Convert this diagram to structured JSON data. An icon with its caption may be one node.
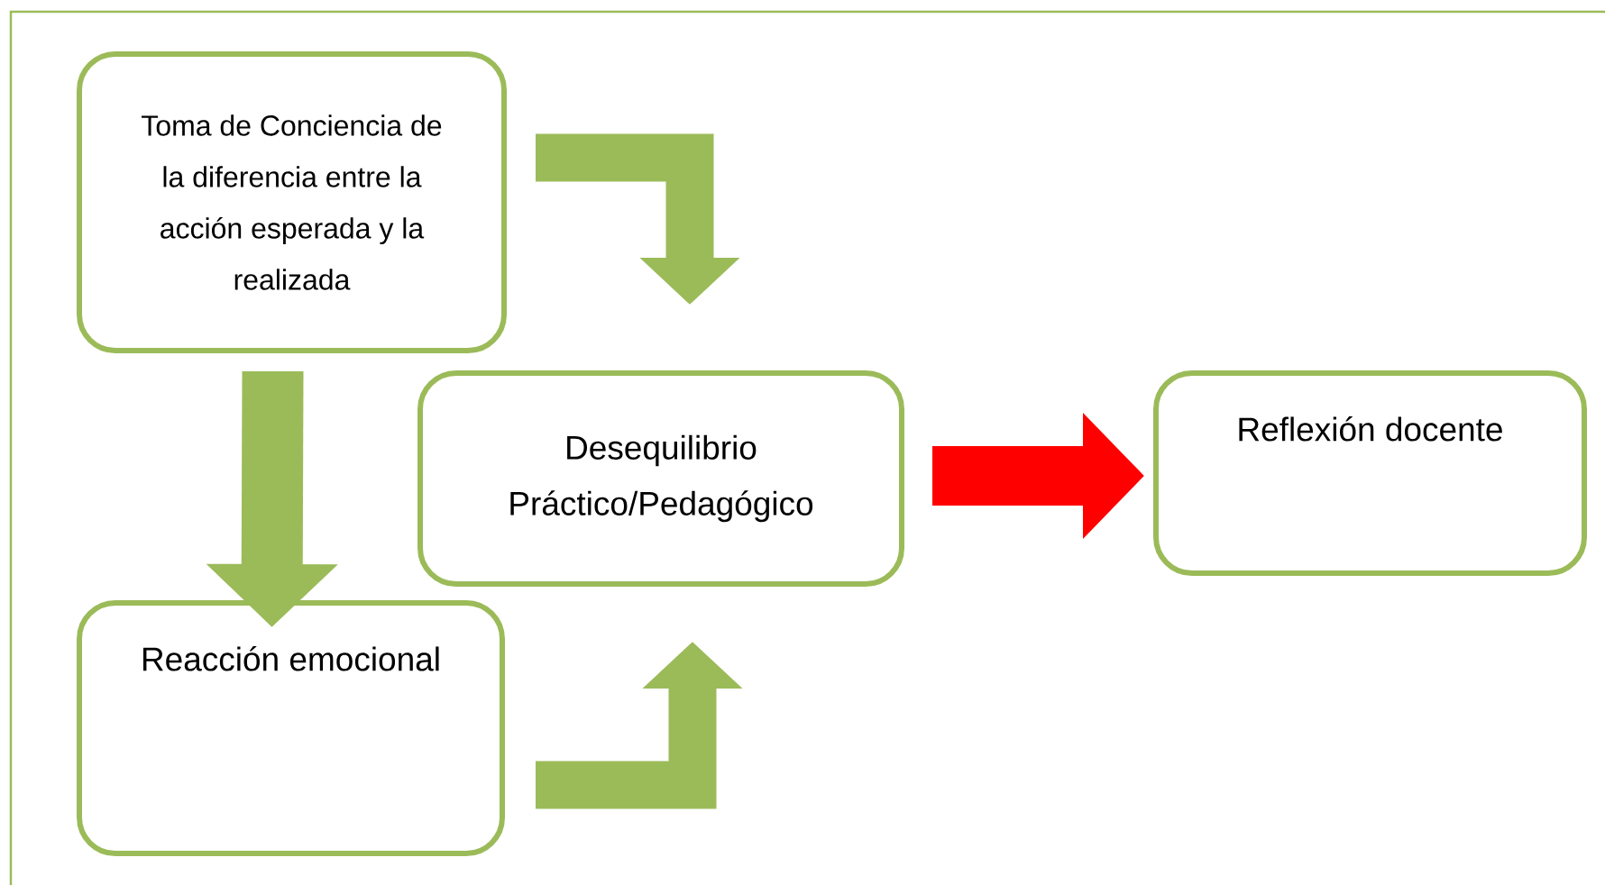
{
  "diagram": {
    "nodes": [
      {
        "text": [
          "Toma de Conciencia de la diferencia entre la acción esperada y la realizada"
        ]
      },
      {
        "text": [
          "Desequilibrio Práctico/Pedagógico"
        ]
      },
      {
        "text": [
          "Reflexión docente"
        ]
      },
      {
        "text": [
          "Reacción emocional"
        ]
      }
    ],
    "edges": [
      {
        "from": 0,
        "to": 1,
        "arrow": "to"
      },
      {
        "from": 0,
        "to": 3,
        "arrow": "to"
      },
      {
        "from": 3,
        "to": 1,
        "arrow": "to"
      },
      {
        "from": 1,
        "to": 2,
        "arrow": "to",
        "color": "#ff0000"
      }
    ]
  }
}
